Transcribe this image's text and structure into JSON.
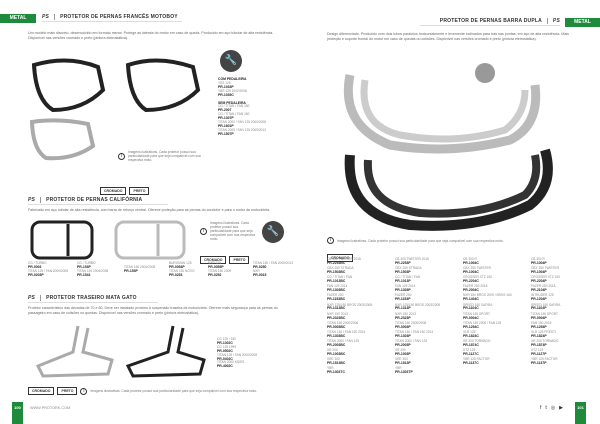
{
  "left": {
    "tab": "METAL",
    "logo": "PS",
    "page": "100",
    "site": "WWW.PROTORK.COM",
    "sections": [
      {
        "title": "PROTETOR DE PERNAS FRANCÊS MOTOBOY",
        "desc": "Um modelo mais discreto, desenvolvido em formato menor. Protege as laterais do motor em caso de queda. Produzido em aço tubular de alta resistência. Disponível nas versões cromado e preto (pintura eletrostática).",
        "specs": [
          {
            "h": "COM PEDALEIRA"
          },
          {
            "m": "YES 125",
            "c": "PR-1033P"
          },
          {
            "m": "YBR 125 2002/2008",
            "c": "PR-1035C"
          },
          {
            "h": "SEM PEDALEIRA"
          },
          {
            "m": "CG / TITAN / FAN 150",
            "c": "PR-2007"
          },
          {
            "m": "CG / TITAN / FAN 160",
            "c": "PR-1307P"
          },
          {
            "m": "TITAN 2000 / FAN 125 2000/2008",
            "c": "PR-1601P"
          },
          {
            "m": "TITAN 2009 / FAN 125 2009/2013",
            "c": "PR-1507P"
          }
        ],
        "note": "Imagens ilustrativas. Cada protetor possui sua particularidade para que seja compatível com sua respectiva moto.",
        "buttons": [
          "CROMADO",
          "PRETO"
        ]
      },
      {
        "title": "PROTETOR DE PERNAS CALIFÓRNIA",
        "desc": "Fabricado em aço tubular de alta resistência, com barra de reforço central. Oferece proteção para as pernas do condutor e para o motor da motocicleta.",
        "note": "Imagens ilustrativas. Cada protetor possui sua particularidade para que seja compatível com sua respectiva moto.",
        "buttons": [
          "CROMADO",
          "PRETO"
        ],
        "specs": [
          {
            "m": "CG / TURBO",
            "c": "PR-0003"
          },
          {
            "m": "TITAN 125 / FAN 2000/2008",
            "c": "PR-0203P"
          },
          {
            "m": "CG / TURBO",
            "c": "PR-153P"
          },
          {
            "m": "TITAN 150 2004/2008",
            "c": "PR-1543"
          },
          {
            "m": "TITAN 150 2004/2008",
            "c": "PR-153P"
          },
          {
            "m": "BURGMAN 125",
            "c": "PR-0053P"
          },
          {
            "m": "TITAN 150 NOVO",
            "c": "PR-0253"
          },
          {
            "m": "NXR 125",
            "c": "PR-0055P"
          },
          {
            "m": "TITAN 150 2009",
            "c": "PR-0252"
          },
          {
            "m": "TITAN 150 / FAN 2009/2013",
            "c": "PR-0250"
          },
          {
            "m": "NXR",
            "c": "PR-0015"
          }
        ]
      },
      {
        "title": "PROTETOR TRASEIRO MATA GATO",
        "desc": "Protetor característico das décadas de 70 e 80. Deve ser instalado próximo à suspensão traseira da motocicleta. Oferece mais segurança para as pernas do passageiro em caso de colisões ou quedas. Disponível nas versões cromado e preto (pintura eletrostática).",
        "specs": [
          {
            "m": "CG 125 / 150",
            "c": "PR-1302C"
          },
          {
            "m": "CG 125 1999",
            "c": "PR-0502C"
          },
          {
            "m": "TITAN 125 / FAN 2000/2008",
            "c": "PR-0402C"
          },
          {
            "m": "TITAN 2000 KS/ES",
            "c": "PR-4002C"
          }
        ],
        "buttons": [
          "CROMADO",
          "PRETO"
        ],
        "note": "Imagens ilustrativas. Cada protetor possui sua particularidade para que seja compatível com sua respectiva moto."
      }
    ]
  },
  "right": {
    "tab": "METAL",
    "logo": "PS",
    "page": "101",
    "title": "PROTETOR DE PERNAS BARRA DUPLA",
    "desc": "Design diferenciado. Produzido com dois tubos paralelos horizontalmente e levemente inclinados para trás nas pontas, em aço de alta resistência. Mais proteção e suporte frontal do motor em caso de quedas ou colisões. Disponível nas versões cromado e preto (pintura eletrostática).",
    "note": "Imagens ilustrativas. Cada protetor possui sua particularidade para que seja compatível com sua respectiva moto.",
    "button": "CROMADO",
    "columns": [
      [
        {
          "m": "CB 300 TWISTER 2015",
          "c": "PR-2253BC"
        },
        {
          "m": "CBX 250 STRADA",
          "c": "PR-1503BC"
        },
        {
          "m": "CG / TITAN / FAN",
          "c": "PR-1013BC"
        },
        {
          "m": "FAN 125 2014",
          "c": "PR-1303BC"
        },
        {
          "m": "FAZER 250",
          "c": "PR-1153BC"
        },
        {
          "m": "NXR 125/150 BROS 2003/2008",
          "c": "PR-1313BC"
        },
        {
          "m": "NXR 150 2013",
          "c": "PR-2323BC"
        },
        {
          "m": "TITAN 150 2000/2008",
          "c": "PR-0003BC"
        },
        {
          "m": "TITAN 150 / FAN 150 2014",
          "c": "PR-1303BC"
        },
        {
          "m": "TITAN 2000 / FAN 125",
          "c": "PR-2003BC"
        },
        {
          "m": "XR 200",
          "c": "PR-1003BC"
        },
        {
          "m": "XRE 300",
          "c": "PR-1513BC"
        },
        {
          "m": "YBR",
          "c": "PR-1303TC"
        }
      ],
      [
        {
          "m": "CB 300 TWISTER 2015",
          "c": "PR-2253P"
        },
        {
          "m": "CBX 250 STRADA",
          "c": "PR-1503P"
        },
        {
          "m": "CG / TITAN / FAN",
          "c": "PR-1013P"
        },
        {
          "m": "FAN 125 2014",
          "c": "PR-1303P"
        },
        {
          "m": "FAZER 250",
          "c": "PR-1153P"
        },
        {
          "m": "NXR 125/150 BROS 2003/2008",
          "c": "PR-1313P"
        },
        {
          "m": "NXR 150 2013",
          "c": "PR-2323P"
        },
        {
          "m": "TITAN 150 2000/2008",
          "c": "PR-0003P"
        },
        {
          "m": "TITAN 150 / FAN 150 2014",
          "c": "PR-1303P"
        },
        {
          "m": "TITAN 2000 / FAN 125",
          "c": "PR-2003P"
        },
        {
          "m": "XR 200",
          "c": "PR-1003P"
        },
        {
          "m": "XRE 300",
          "c": "PR-1513P"
        },
        {
          "m": "YBR",
          "c": "PR-1303TP"
        }
      ],
      [
        {
          "m": "CB 300 R",
          "c": "PR-1004C"
        },
        {
          "m": "CBX 250 TWISTER",
          "c": "PR-1004C"
        },
        {
          "m": "CROSSER XTZ 150",
          "c": "PR-2204C"
        },
        {
          "m": "FAZER 250 2018",
          "c": "PR-2004C"
        },
        {
          "m": "NXR 150 BROS 2009 / BROS 160",
          "c": "PR-1404C"
        },
        {
          "m": "SPEED 150 SAFIRA",
          "c": "PR-1104C"
        },
        {
          "m": "TITAN 150 SPORT",
          "c": "PR-0004C"
        },
        {
          "m": "TITAN 150 2000 / FAN 125",
          "c": "PR-1254C"
        },
        {
          "m": "XLR 125",
          "c": "PR-1824C"
        },
        {
          "m": "XR 200 TORNADO",
          "c": "PR-1874C"
        },
        {
          "m": "XTZ 125",
          "c": "PR-1127C"
        },
        {
          "m": "YBR 125 FACTOR",
          "c": "PR-1137C"
        }
      ],
      [
        {
          "m": "CB 300 R",
          "c": "PR-1004P"
        },
        {
          "m": "CBX 250 TWISTER",
          "c": "PR-1004P"
        },
        {
          "m": "CROSSER XTZ 150",
          "c": "PR-2204P"
        },
        {
          "m": "FAZER 250 2018",
          "c": "PR-2104P"
        },
        {
          "m": "INTRUDER 125",
          "c": "PR-1204P"
        },
        {
          "m": "SPEED 150 SAFIRA",
          "c": "PR-1104P"
        },
        {
          "m": "TITAN 150 SPORT",
          "c": "PR-0004P"
        },
        {
          "m": "FAN 150 2016",
          "c": "PR-1254P"
        },
        {
          "m": "XLR 125 PRESTI",
          "c": "PR-1824P"
        },
        {
          "m": "XR 200 TORNADO",
          "c": "PR-1874P"
        },
        {
          "m": "XTZ 125",
          "c": "PR-1127P"
        },
        {
          "m": "YBR 125 FACTOR",
          "c": "PR-1137P"
        }
      ]
    ],
    "social": [
      "facebook-icon",
      "twitter-icon",
      "instagram-icon",
      "youtube-icon"
    ]
  }
}
